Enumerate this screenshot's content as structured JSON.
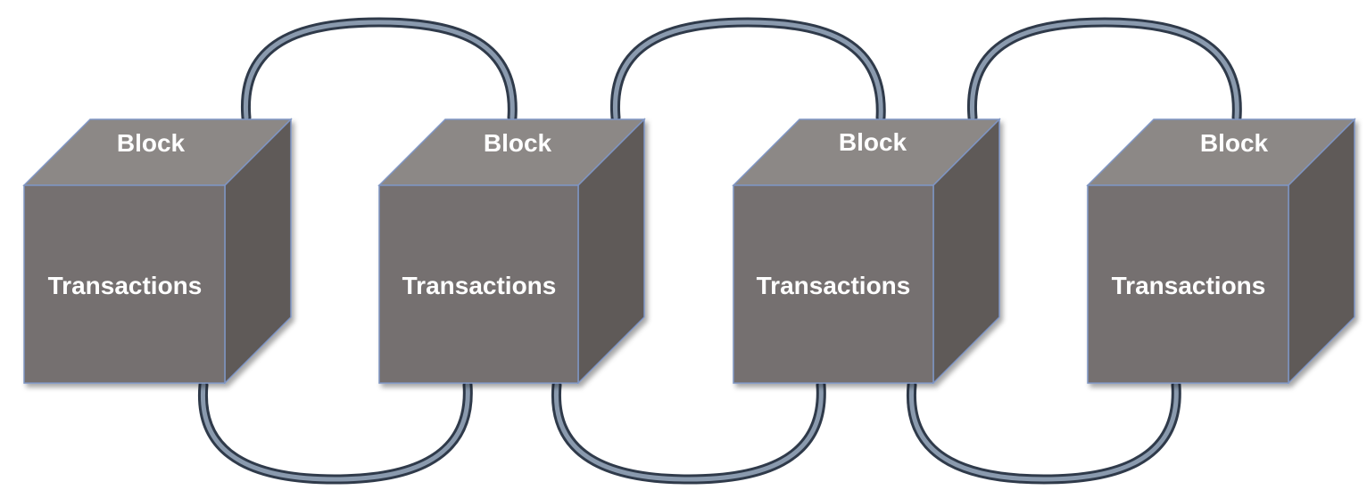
{
  "blocks": [
    {
      "top_label": "Block",
      "body_label": "Transactions"
    },
    {
      "top_label": "Block",
      "body_label": "Transactions"
    },
    {
      "top_label": "Block",
      "body_label": "Transactions"
    },
    {
      "top_label": "Block",
      "body_label": "Transactions"
    }
  ],
  "colors": {
    "cube_top": "#8c8886",
    "cube_front": "#74706f",
    "cube_side": "#5e5a59",
    "cube_edge": "#7f95c4",
    "chain_link": "#5c6a7d",
    "label_text": "#ffffff"
  }
}
